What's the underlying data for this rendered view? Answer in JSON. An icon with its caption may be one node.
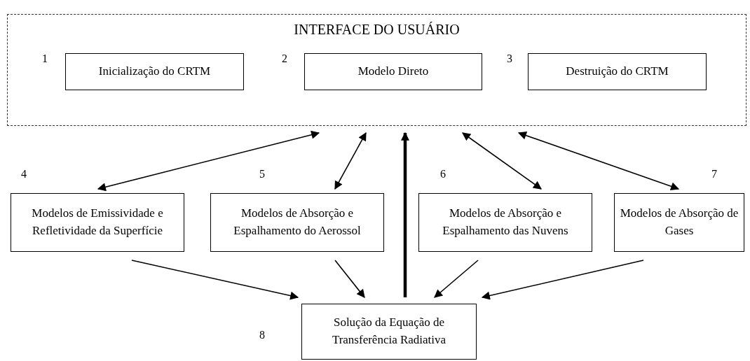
{
  "diagram": {
    "nodes": [
      {
        "text": [
          "INTERFACE DO USUÁRIO"
        ]
      },
      {
        "text": [
          "Inicialização do CRTM"
        ],
        "in": 0,
        "beside": [
          "1"
        ]
      },
      {
        "text": [
          "Modelo Direto"
        ],
        "in": 0,
        "beside": [
          "2"
        ]
      },
      {
        "text": [
          "Destruição do CRTM"
        ],
        "in": 0,
        "beside": [
          "3"
        ]
      },
      {
        "text": [
          "Modelos de Emissividade e Refletividade da Superfície"
        ],
        "beside": [
          "4"
        ]
      },
      {
        "text": [
          "Modelos de Absorção e Espalhamento do Aerossol"
        ],
        "beside": [
          "5"
        ]
      },
      {
        "text": [
          "Modelos de Absorção e Espalhamento das Nuvens"
        ],
        "beside": [
          "6"
        ]
      },
      {
        "text": [
          "Modelos de Absorção de Gases"
        ],
        "beside": [
          "7"
        ]
      },
      {
        "text": [
          "Solução da Equação de Transferência Radiativa"
        ],
        "beside": [
          "8"
        ]
      }
    ],
    "edges": [
      {
        "from": 0,
        "to": 4,
        "arrow": "both"
      },
      {
        "from": 0,
        "to": 5,
        "arrow": "both"
      },
      {
        "from": 0,
        "to": 6,
        "arrow": "both"
      },
      {
        "from": 0,
        "to": 7,
        "arrow": "both"
      },
      {
        "from": 8,
        "to": 0,
        "arrow": "to",
        "style": "thick"
      },
      {
        "from": 4,
        "to": 8,
        "arrow": "to"
      },
      {
        "from": 5,
        "to": 8,
        "arrow": "to"
      },
      {
        "from": 6,
        "to": 8,
        "arrow": "to"
      },
      {
        "from": 7,
        "to": 8,
        "arrow": "to"
      }
    ]
  }
}
